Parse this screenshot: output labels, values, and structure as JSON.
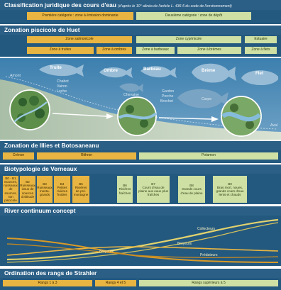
{
  "classification": {
    "title": "Classification juridique des cours d'eau",
    "subtitle": "(d'après le 10° alinéa de l'article L. 436-5 du code de l'environnement)",
    "cat1": "Première catégorie : zone à émission dominante",
    "cat2": "Deuxième catégorie : zone de dépôt"
  },
  "huet": {
    "title": "Zonation piscicole de Huet",
    "salmonicole": "Zone salmonicole",
    "cyprinicole": "Zone cyprinicole",
    "estuaire": "Estuaire",
    "zones": [
      "Zone à truites",
      "Zone à ombres",
      "Zone à barbeaux",
      "Zone à brèmes",
      "Zone à flets"
    ]
  },
  "profile": {
    "amont": "Amont",
    "aval": "Aval",
    "fish": {
      "truite": "Truite",
      "ombre": "Ombre",
      "barbeau": "Barbeau",
      "breme": "Brème",
      "flet": "Flet"
    },
    "species": {
      "chabot": "Chabot",
      "vairon": "Vairon",
      "loche": "Loche",
      "chevaine": "Chevaine",
      "gardon": "Gardon",
      "perche": "Perche",
      "brochet": "Brochet",
      "carpe": "Carpe"
    }
  },
  "illies": {
    "title": "Zonation de Illies et Botosaneanu",
    "zones": [
      "Crénon",
      "Rithron",
      "Potamon"
    ]
  },
  "verneaux": {
    "title": "Biotypologie de Verneaux",
    "items": [
      {
        "code": "B0 - B1",
        "text": "Sources, ruisseaux de sources, non piscicole"
      },
      {
        "code": "B2",
        "text": "Ruisseaux issus de sources d'altitude"
      },
      {
        "code": "B3",
        "text": "Ruisseaux monta-gnards"
      },
      {
        "code": "B4",
        "text": "Petites rivières froides"
      },
      {
        "code": "B5",
        "text": "Rivières de pré-montagne"
      },
      {
        "code": "B6",
        "text": "Rivières fraîches"
      },
      {
        "code": "B7",
        "text": "Cours d'eau de plaine aux eaux plus fraîches"
      },
      {
        "code": "B8",
        "text": "Grands cours d'eau de plaine"
      },
      {
        "code": "B9",
        "text": "Bras mort, noues, grands cours d'eau lents et chauds"
      }
    ]
  },
  "rcc": {
    "title": "River continuum concept",
    "collecteurs": "Collecteurs",
    "broyeurs_a": "Broyeurs",
    "broyeurs_b": "Broyeurs",
    "predateurs": "Prédateurs"
  },
  "strahler": {
    "title": "Ordination des rangs de Strahler",
    "zones": [
      "Rangs 1 à 3",
      "Rangs 4 et 5",
      "Rangs supérieurs à 5"
    ]
  },
  "colors": {
    "navy": "#2b5f86",
    "band": "#24597f",
    "orange": "#e8b542",
    "green": "#cfe0a5",
    "water": "#8fb7d2",
    "ground": "#cbd7c8",
    "line_yellow": "#e3d36e",
    "line_orange": "#d99a26"
  }
}
